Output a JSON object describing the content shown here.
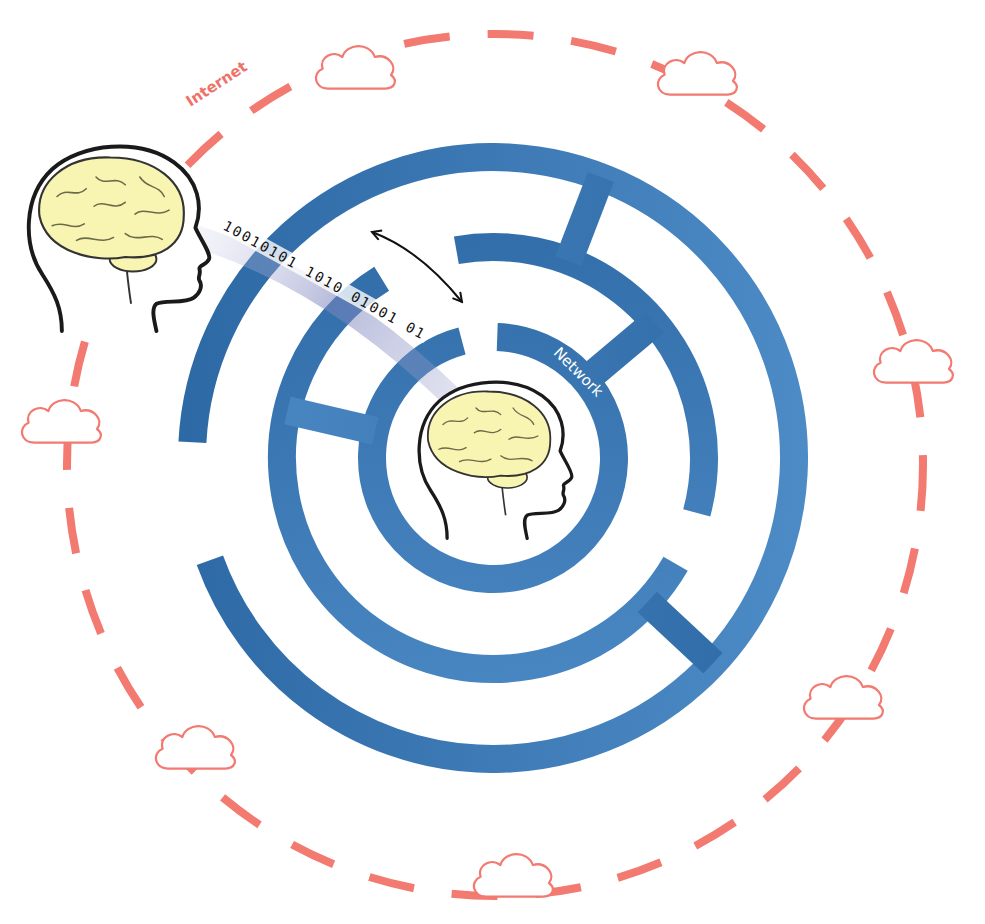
{
  "diagram": {
    "nodes": [
      {
        "text": [
          "Internet"
        ]
      },
      {
        "text": [
          "Network"
        ],
        "in": 0
      }
    ],
    "labels": [
      "10010101 1010 01001 01"
    ]
  }
}
